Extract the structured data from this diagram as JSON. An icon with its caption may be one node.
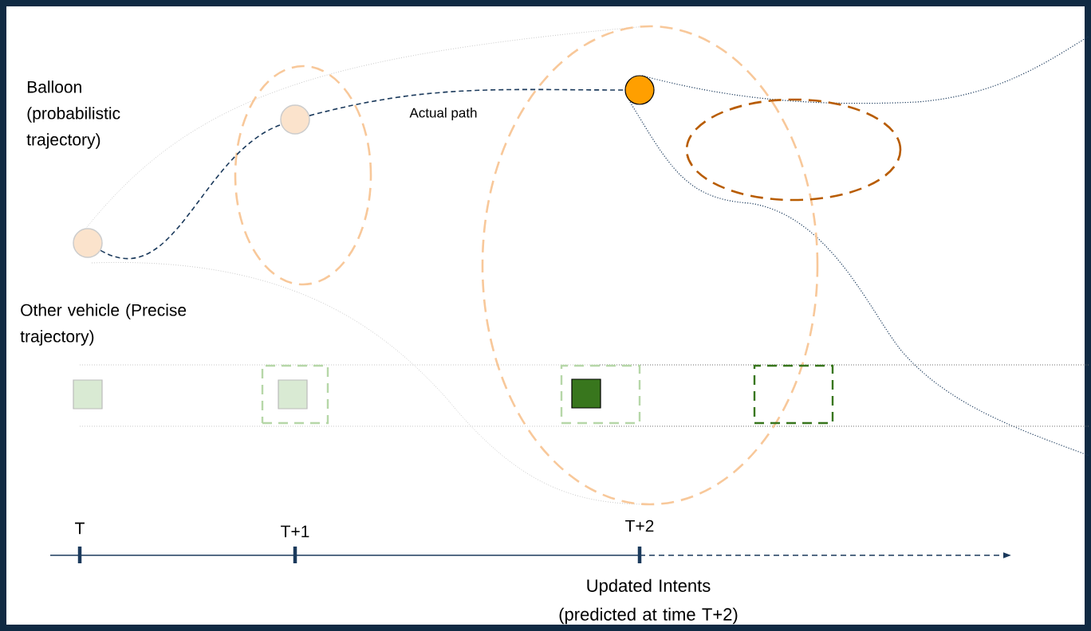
{
  "diagram": {
    "nodes": [
      {
        "text": [],
        "shape": "circle"
      },
      {
        "text": [],
        "shape": "ellipse"
      },
      {
        "text": [],
        "shape": "circle",
        "in": 1
      },
      {
        "text": [],
        "shape": "ellipse"
      },
      {
        "text": [],
        "shape": "circle",
        "in": 3
      },
      {
        "text": [],
        "shape": "ellipse"
      },
      {
        "text": [],
        "shape": "box"
      },
      {
        "text": [],
        "shape": "box"
      },
      {
        "text": [],
        "shape": "box",
        "in": 7
      },
      {
        "text": [],
        "shape": "box",
        "in": 3
      },
      {
        "text": [],
        "shape": "box",
        "in": 9
      },
      {
        "text": [],
        "shape": "box"
      }
    ],
    "edges": [
      {
        "from": 0,
        "to": 2,
        "arrow": "none",
        "style": "dashed"
      },
      {
        "from": 2,
        "to": 4,
        "arrow": "none",
        "style": "dashed",
        "label": "Actual path"
      }
    ],
    "labels": [
      "Balloon (probabilistic trajectory)",
      "Other vehicle (Precise trajectory)",
      "T",
      "T+1",
      "T+2",
      "Updated Intents (predicted at time T+2)"
    ]
  }
}
